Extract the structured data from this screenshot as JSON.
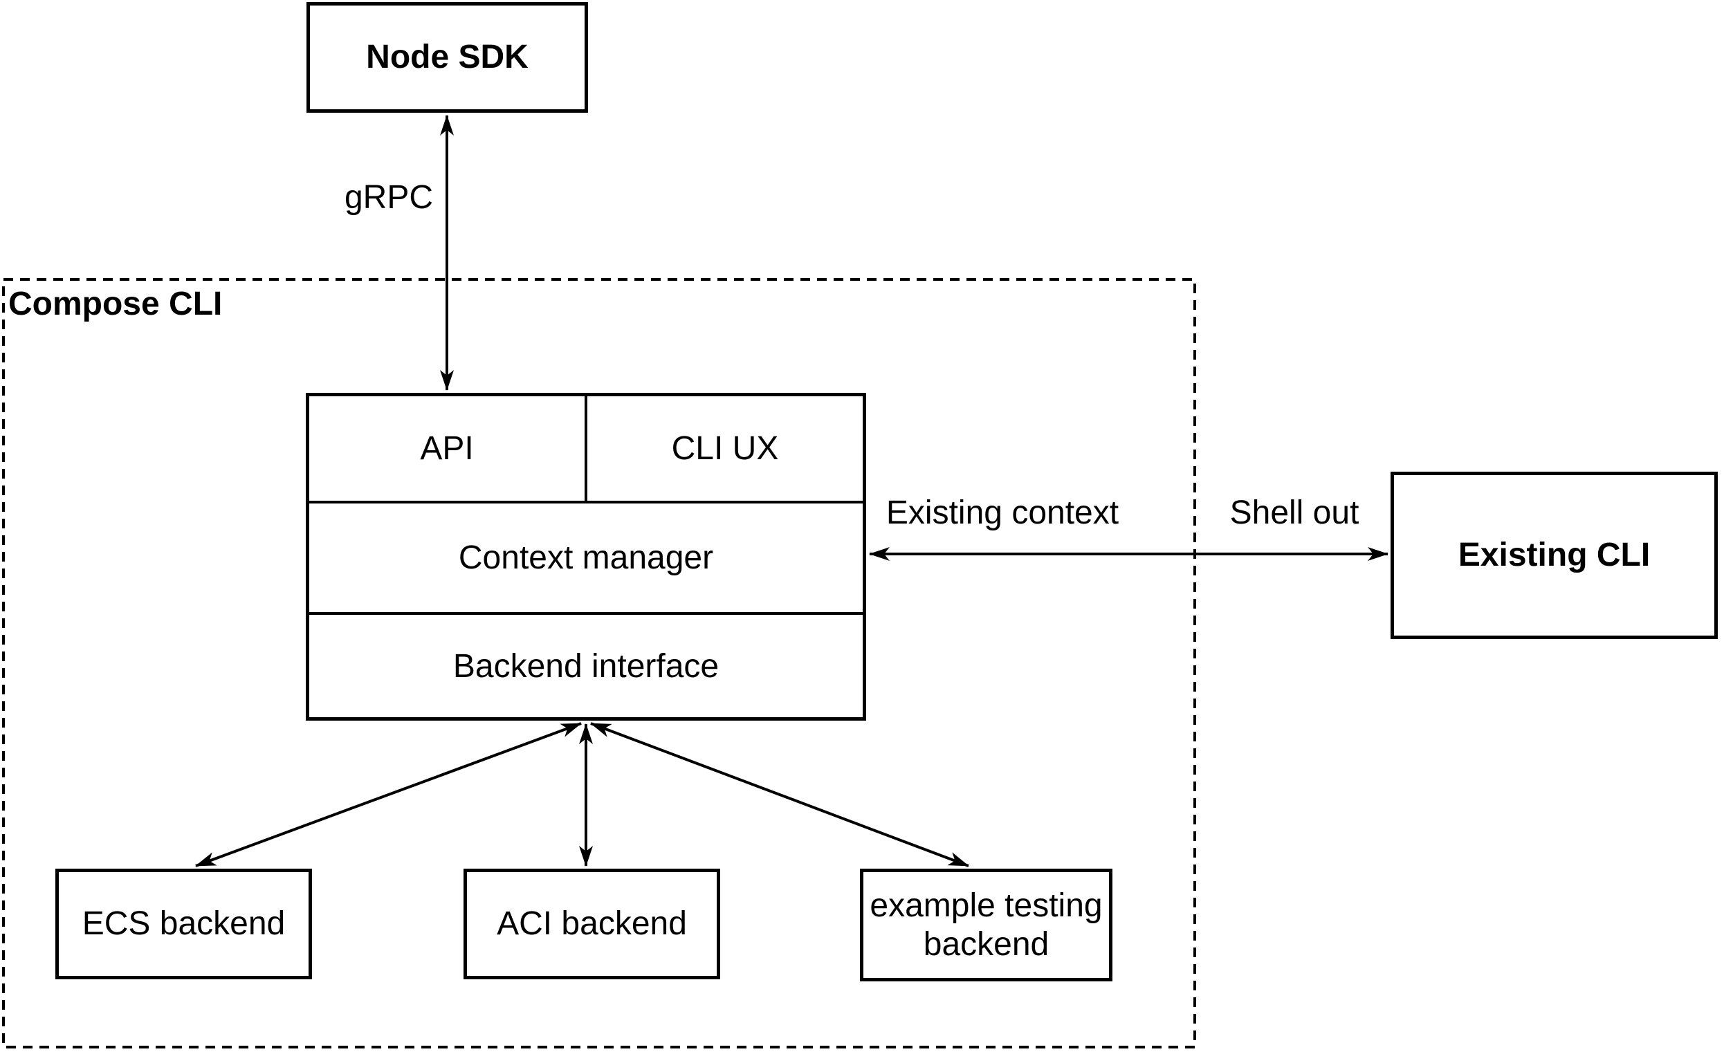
{
  "colors": {
    "background": "#ffffff",
    "line": "#000000",
    "text": "#000000"
  },
  "nodes": {
    "node_sdk": {
      "label": "Node SDK"
    },
    "compose_cli_group": {
      "label": "Compose CLI"
    },
    "api": {
      "label": "API"
    },
    "cli_ux": {
      "label": "CLI UX"
    },
    "context_manager": {
      "label": "Context manager"
    },
    "backend_interface": {
      "label": "Backend interface"
    },
    "ecs_backend": {
      "label": "ECS backend"
    },
    "aci_backend": {
      "label": "ACI backend"
    },
    "example_testing_backend": {
      "label": "example testing backend"
    },
    "existing_cli": {
      "label": "Existing CLI"
    }
  },
  "edges": {
    "grpc": {
      "label": "gRPC",
      "from": "Node SDK",
      "to": "API",
      "direction": "bidirectional"
    },
    "existing_context": {
      "label": "Existing context",
      "from": "Context manager",
      "to": "Existing CLI",
      "direction": "bidirectional"
    },
    "shell_out": {
      "label": "Shell out",
      "from": "Context manager",
      "to": "Existing CLI",
      "direction": "bidirectional"
    },
    "to_ecs": {
      "label": "",
      "from": "Backend interface",
      "to": "ECS backend",
      "direction": "bidirectional"
    },
    "to_aci": {
      "label": "",
      "from": "Backend interface",
      "to": "ACI backend",
      "direction": "bidirectional"
    },
    "to_example": {
      "label": "",
      "from": "Backend interface",
      "to": "example testing backend",
      "direction": "bidirectional"
    }
  }
}
